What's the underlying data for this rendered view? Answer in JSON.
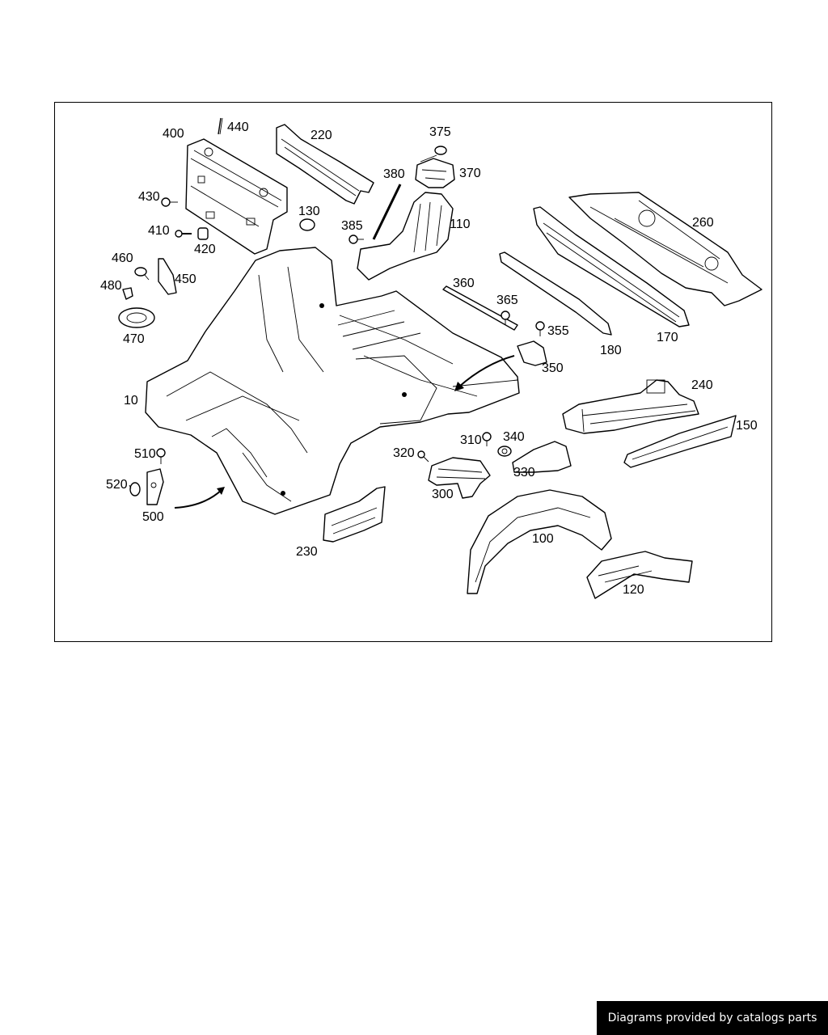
{
  "diagram": {
    "callouts": [
      {
        "id": "c400",
        "label": "400"
      },
      {
        "id": "c440",
        "label": "440"
      },
      {
        "id": "c220",
        "label": "220"
      },
      {
        "id": "c375",
        "label": "375"
      },
      {
        "id": "c370",
        "label": "370"
      },
      {
        "id": "c380",
        "label": "380"
      },
      {
        "id": "c430",
        "label": "430"
      },
      {
        "id": "c130",
        "label": "130"
      },
      {
        "id": "c110",
        "label": "110"
      },
      {
        "id": "c260",
        "label": "260"
      },
      {
        "id": "c410",
        "label": "410"
      },
      {
        "id": "c420",
        "label": "420"
      },
      {
        "id": "c385",
        "label": "385"
      },
      {
        "id": "c460",
        "label": "460"
      },
      {
        "id": "c450",
        "label": "450"
      },
      {
        "id": "c480",
        "label": "480"
      },
      {
        "id": "c360",
        "label": "360"
      },
      {
        "id": "c470",
        "label": "470"
      },
      {
        "id": "c365",
        "label": "365"
      },
      {
        "id": "c355",
        "label": "355"
      },
      {
        "id": "c170",
        "label": "170"
      },
      {
        "id": "c180",
        "label": "180"
      },
      {
        "id": "c350",
        "label": "350"
      },
      {
        "id": "c240",
        "label": "240"
      },
      {
        "id": "c10",
        "label": "10"
      },
      {
        "id": "c150",
        "label": "150"
      },
      {
        "id": "c510",
        "label": "510"
      },
      {
        "id": "c310",
        "label": "310"
      },
      {
        "id": "c340",
        "label": "340"
      },
      {
        "id": "c320",
        "label": "320"
      },
      {
        "id": "c330",
        "label": "330"
      },
      {
        "id": "c520",
        "label": "520"
      },
      {
        "id": "c300",
        "label": "300"
      },
      {
        "id": "c500",
        "label": "500"
      },
      {
        "id": "c100",
        "label": "100"
      },
      {
        "id": "c230",
        "label": "230"
      },
      {
        "id": "c120",
        "label": "120"
      }
    ]
  },
  "footer": {
    "credit": "Diagrams provided by catalogs parts"
  }
}
